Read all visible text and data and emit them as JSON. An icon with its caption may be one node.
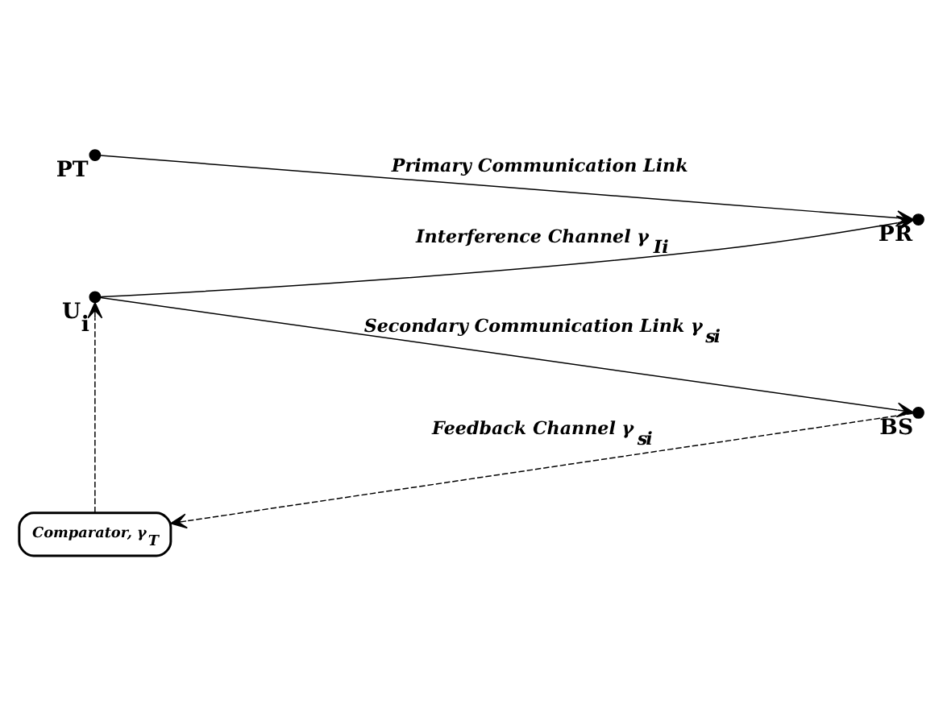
{
  "diagram": {
    "nodes": [
      {
        "text": [
          "PT"
        ]
      },
      {
        "text": [
          "PR"
        ]
      },
      {
        "text": [
          "U$_{i}$"
        ]
      },
      {
        "text": [
          "BS"
        ]
      },
      {
        "text": [
          "Comparator, γ$_{T}$"
        ]
      }
    ],
    "edges": [
      {
        "from": 0,
        "to": 1,
        "arrow": "to",
        "label": "Primary Communication Link"
      },
      {
        "from": 2,
        "to": 1,
        "arrow": "to",
        "label": "Interference Channel γ$_{I}$$_{i}$"
      },
      {
        "from": 2,
        "to": 3,
        "arrow": "to",
        "label": "Secondary Communication Link γ$_{s}$$_{i}$"
      },
      {
        "from": 3,
        "to": 4,
        "arrow": "to",
        "label": "Feedback Channel γ$_{s}$$_{i}$",
        "style": "dashed"
      },
      {
        "from": 4,
        "to": 2,
        "arrow": "to",
        "style": "dashed"
      }
    ]
  }
}
